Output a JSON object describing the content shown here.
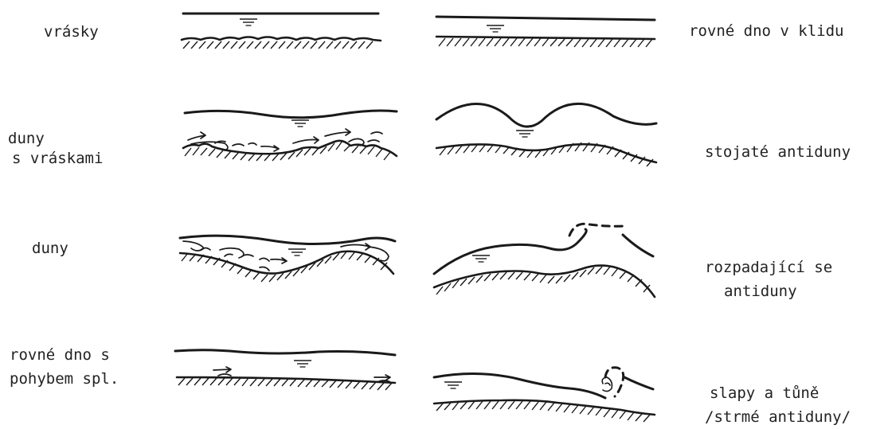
{
  "labels": {
    "left": [
      {
        "id": "vrasky",
        "lines": [
          "vrásky"
        ]
      },
      {
        "id": "duny-s-vraskami",
        "lines": [
          "duny",
          "s vráskami"
        ]
      },
      {
        "id": "duny",
        "lines": [
          "duny"
        ]
      },
      {
        "id": "rovne-dno-s-pohybem",
        "lines": [
          "rovné dno s",
          "pohybem spl."
        ]
      }
    ],
    "right": [
      {
        "id": "rovne-dno-v-klidu",
        "lines": [
          "rovné dno v klidu"
        ]
      },
      {
        "id": "stojate-antiduny",
        "lines": [
          "stojaté antiduny"
        ]
      },
      {
        "id": "rozpadajici-se-antiduny",
        "lines": [
          "rozpadající se",
          "antiduny"
        ]
      },
      {
        "id": "slapy-a-tune",
        "lines": [
          "slapy a tůně",
          "/strmé antiduny/"
        ]
      }
    ]
  },
  "colors": {
    "ink": "#1a1a1a",
    "paper": "#ffffff"
  }
}
